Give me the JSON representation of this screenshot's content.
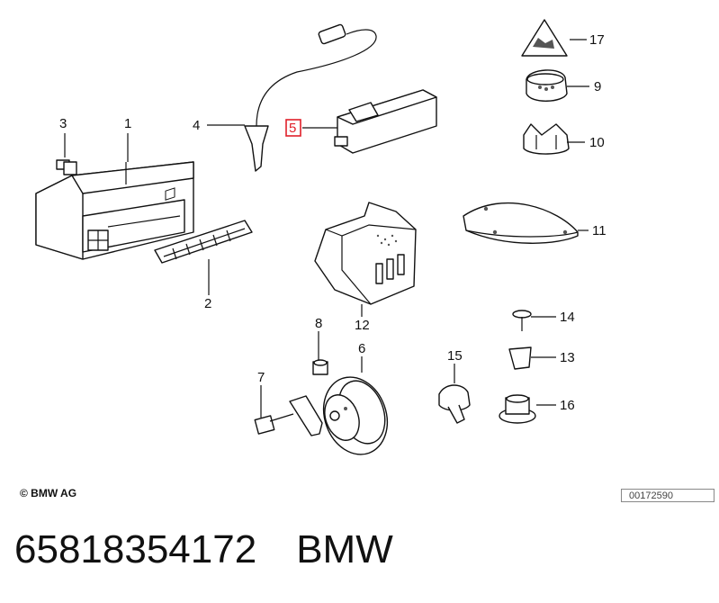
{
  "diagram": {
    "callouts": {
      "p1": "1",
      "p2": "2",
      "p3": "3",
      "p4": "4",
      "p5": "5",
      "p6": "6",
      "p7": "7",
      "p8": "8",
      "p9": "9",
      "p10": "10",
      "p11": "11",
      "p12": "12",
      "p13": "13",
      "p14": "14",
      "p15": "15",
      "p16": "16",
      "p17": "17"
    },
    "highlight_color": "#e0202a"
  },
  "footer": {
    "copyright": "© BMW AG",
    "reference_number": "00172590"
  },
  "caption": {
    "part_number": "65818354172",
    "brand": "BMW"
  }
}
